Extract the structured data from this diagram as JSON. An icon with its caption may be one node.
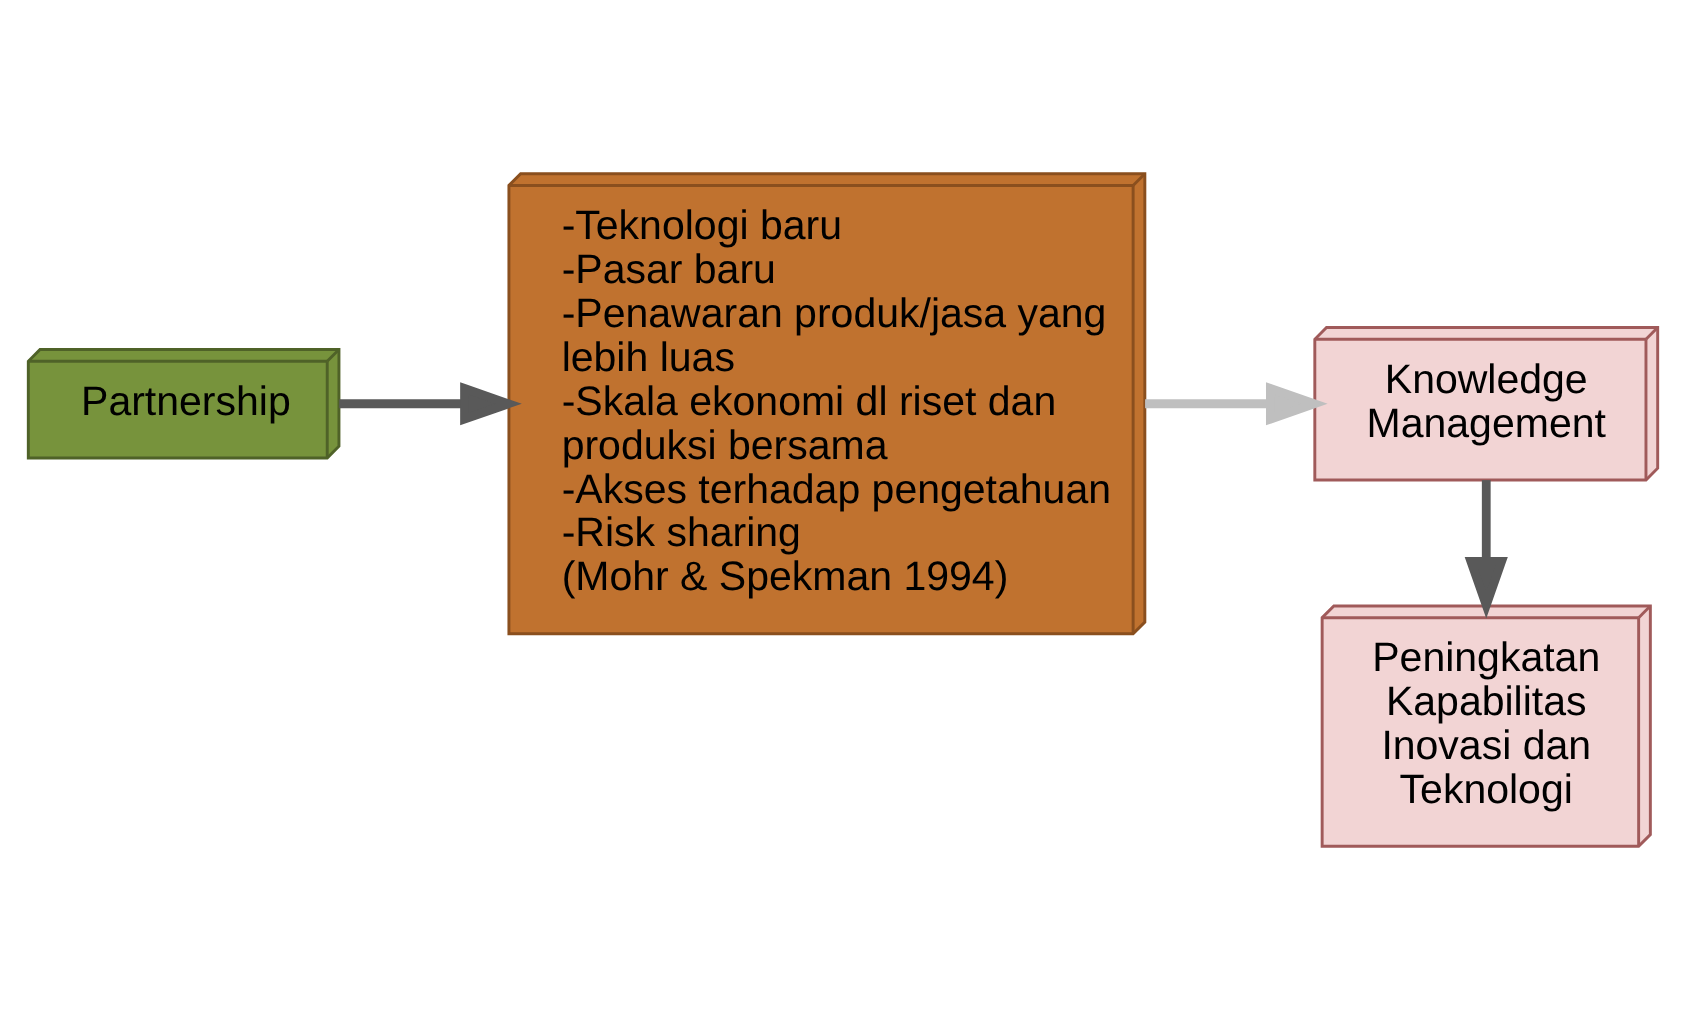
{
  "diagram": {
    "nodes": [
      {
        "text": [
          "Partnership"
        ]
      },
      {
        "text": [
          "-Teknologi baru",
          "-Pasar baru",
          "-Penawaran produk/jasa yang lebih luas",
          "-Skala ekonomi dl riset dan produksi bersama",
          "-Akses terhadap pengetahuan",
          "-Risk sharing",
          "(Mohr & Spekman 1994)"
        ]
      },
      {
        "text": [
          "Knowledge Management"
        ]
      },
      {
        "text": [
          "Peningkatan Kapabilitas Inovasi dan Teknologi"
        ]
      }
    ],
    "edges": [
      {
        "from": 0,
        "to": 1,
        "arrow": "to"
      },
      {
        "from": 1,
        "to": 2,
        "arrow": "to",
        "color": "#bfbfbf"
      },
      {
        "from": 2,
        "to": 3,
        "arrow": "to"
      }
    ]
  }
}
